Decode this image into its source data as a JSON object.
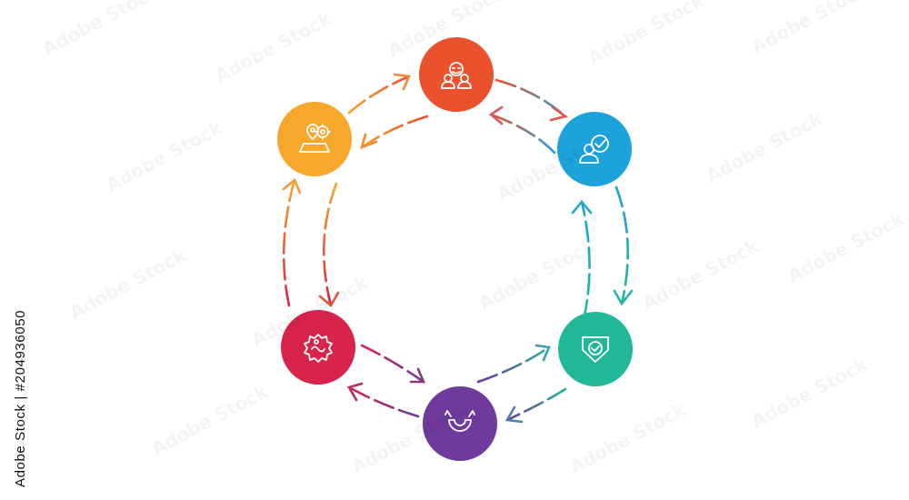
{
  "stock_id_text": "Adobe Stock | #204936050",
  "watermark_text": "Adobe Stock",
  "nodes": [
    {
      "name": "team-node",
      "color": "#e9522c",
      "icon": "team-people-icon"
    },
    {
      "name": "user-approved-node",
      "color": "#1ca3dc",
      "icon": "user-checkmark-icon"
    },
    {
      "name": "shield-node",
      "color": "#22b897",
      "icon": "shield-check-icon"
    },
    {
      "name": "magnet-node",
      "color": "#6e3a9c",
      "icon": "magnet-icon"
    },
    {
      "name": "virus-node",
      "color": "#d8234a",
      "icon": "virus-icon"
    },
    {
      "name": "location-node",
      "color": "#f7a72a",
      "icon": "location-pin-gear-icon"
    }
  ]
}
